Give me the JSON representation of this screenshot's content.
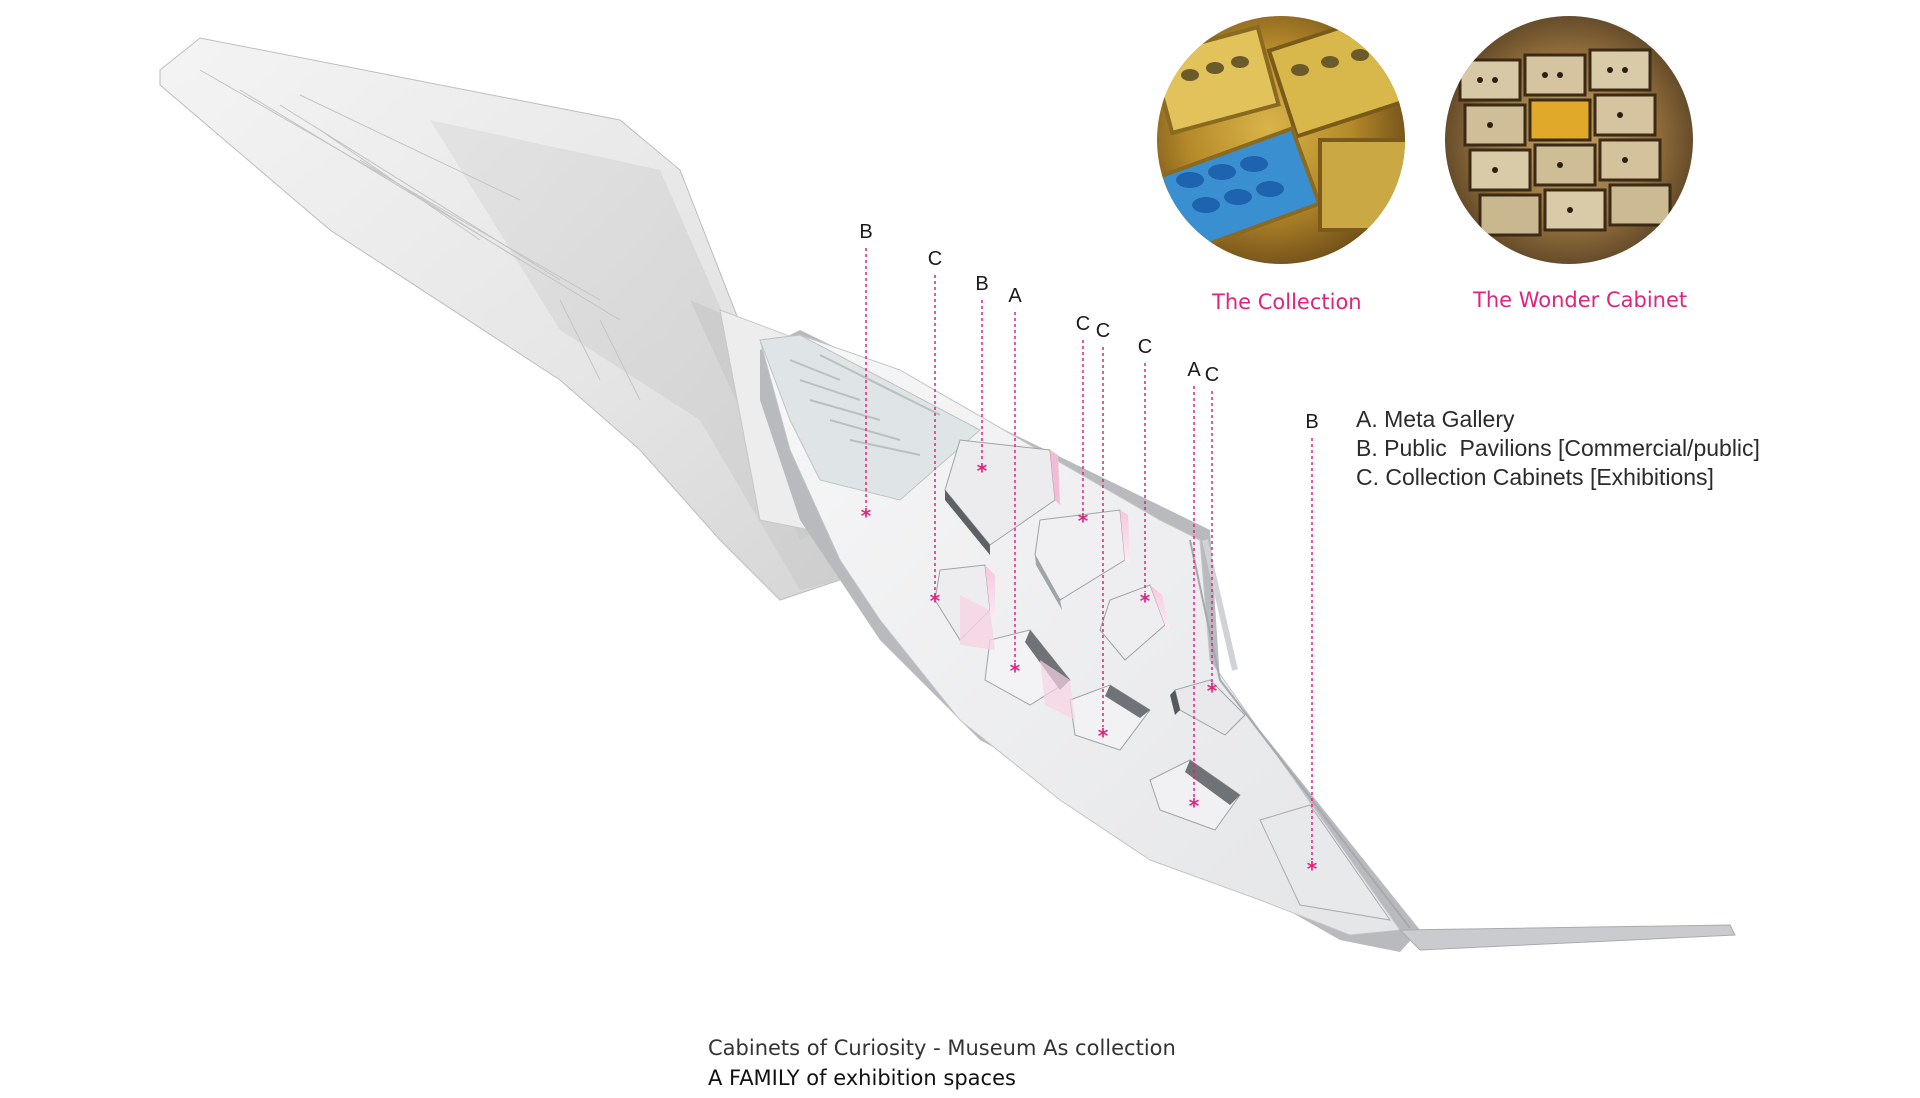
{
  "colors": {
    "accent": "#e0237e",
    "pink_fill": "#f3bcd6",
    "body_gray": "#e9e9ea",
    "deck": "#f4f4f5"
  },
  "photos": [
    {
      "caption": "The Collection",
      "icon": "butterfly-drawer-photo"
    },
    {
      "caption": "The Wonder Cabinet",
      "icon": "insect-cabinet-photo"
    }
  ],
  "legend": [
    {
      "key": "A",
      "text": "A. Meta Gallery"
    },
    {
      "key": "B",
      "text": "B. Public  Pavilions [Commercial/public]"
    },
    {
      "key": "C",
      "text": "C. Collection Cabinets [Exhibitions]"
    }
  ],
  "markers": [
    {
      "label": "B"
    },
    {
      "label": "C"
    },
    {
      "label": "B"
    },
    {
      "label": "A"
    },
    {
      "label": "C"
    },
    {
      "label": "C"
    },
    {
      "label": "C"
    },
    {
      "label": "A"
    },
    {
      "label": "C"
    },
    {
      "label": "B"
    }
  ],
  "caption": {
    "line1": "Cabinets of Curiosity - Museum As collection",
    "line2": "A FAMILY of exhibition spaces"
  }
}
